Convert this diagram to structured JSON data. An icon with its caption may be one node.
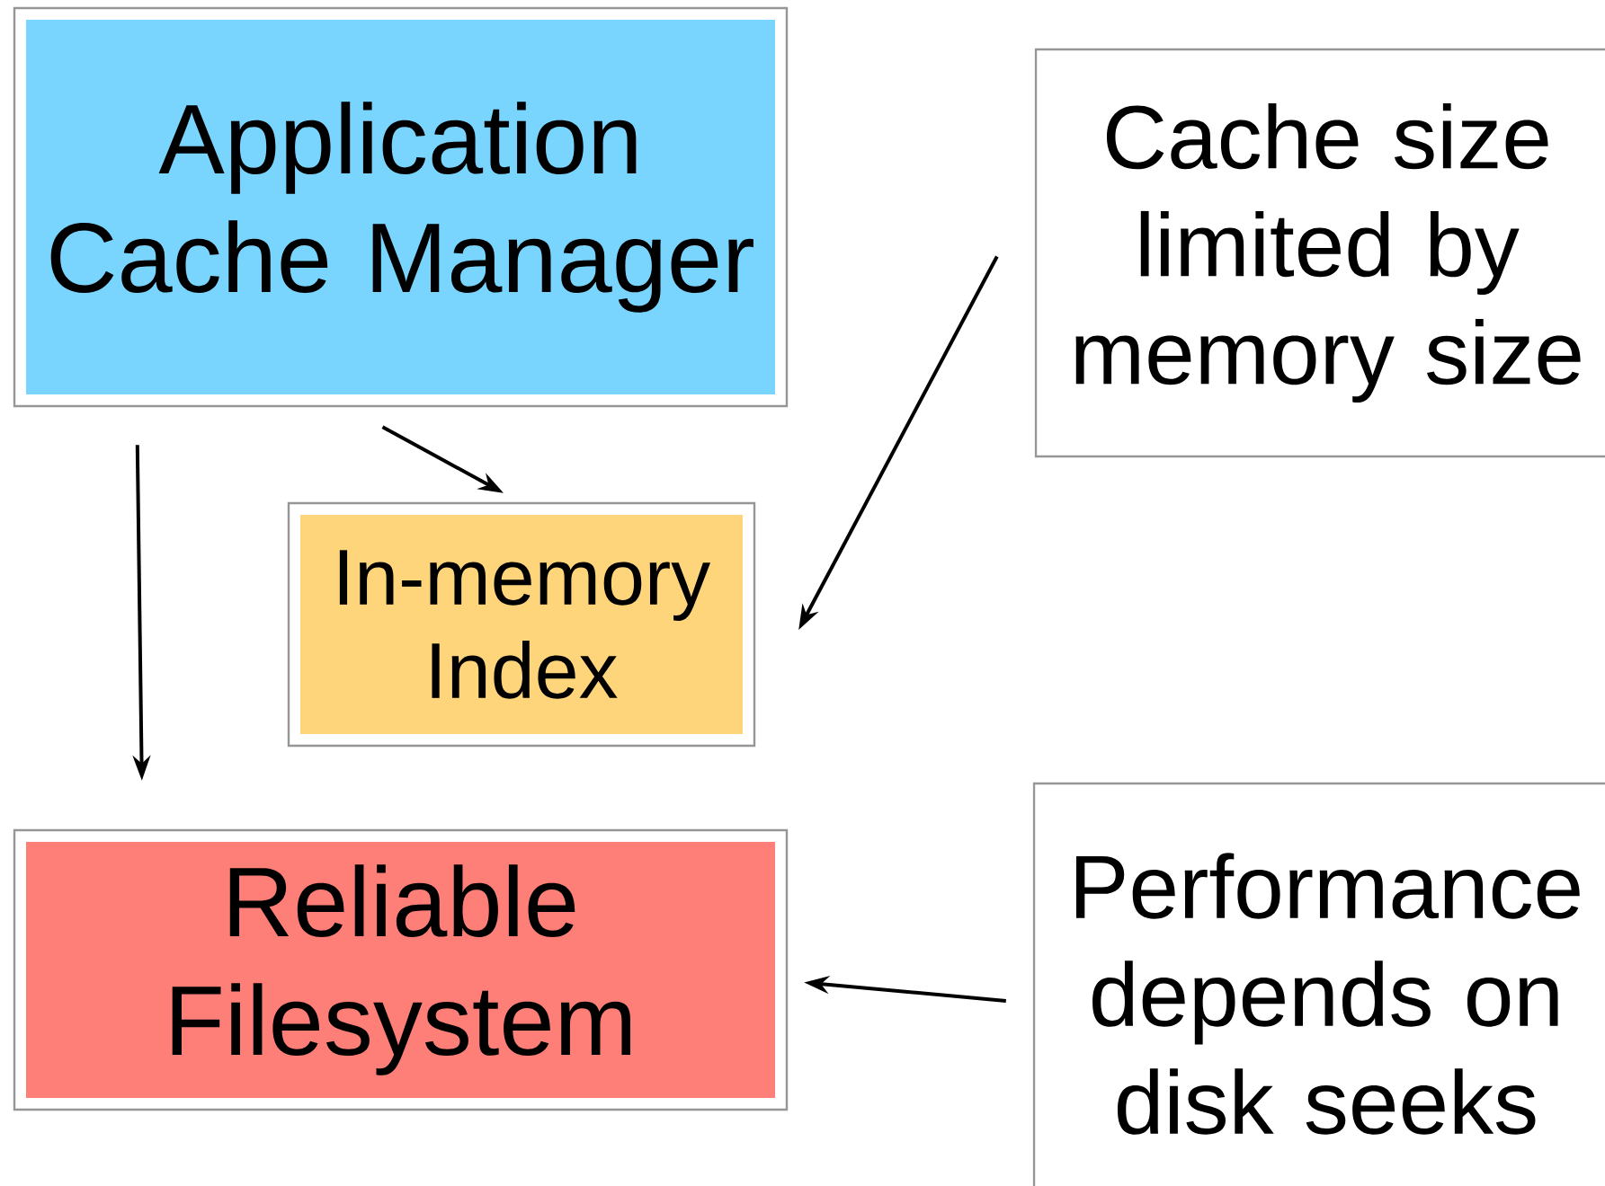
{
  "diagram": {
    "nodes": [
      {
        "text": [
          "Application Cache Manager"
        ]
      },
      {
        "text": [
          "In-memory Index"
        ]
      },
      {
        "text": [
          "Reliable Filesystem"
        ]
      },
      {
        "text": [
          "Cache size limited by memory size"
        ]
      },
      {
        "text": [
          "Performance depends on disk seeks"
        ]
      }
    ],
    "edges": [
      {
        "from": 0,
        "to": 2,
        "arrow": "to"
      },
      {
        "from": 0,
        "to": 1,
        "arrow": "to"
      },
      {
        "from": 3,
        "to": 1,
        "arrow": "to"
      },
      {
        "from": 4,
        "to": 2,
        "arrow": "to"
      }
    ]
  }
}
